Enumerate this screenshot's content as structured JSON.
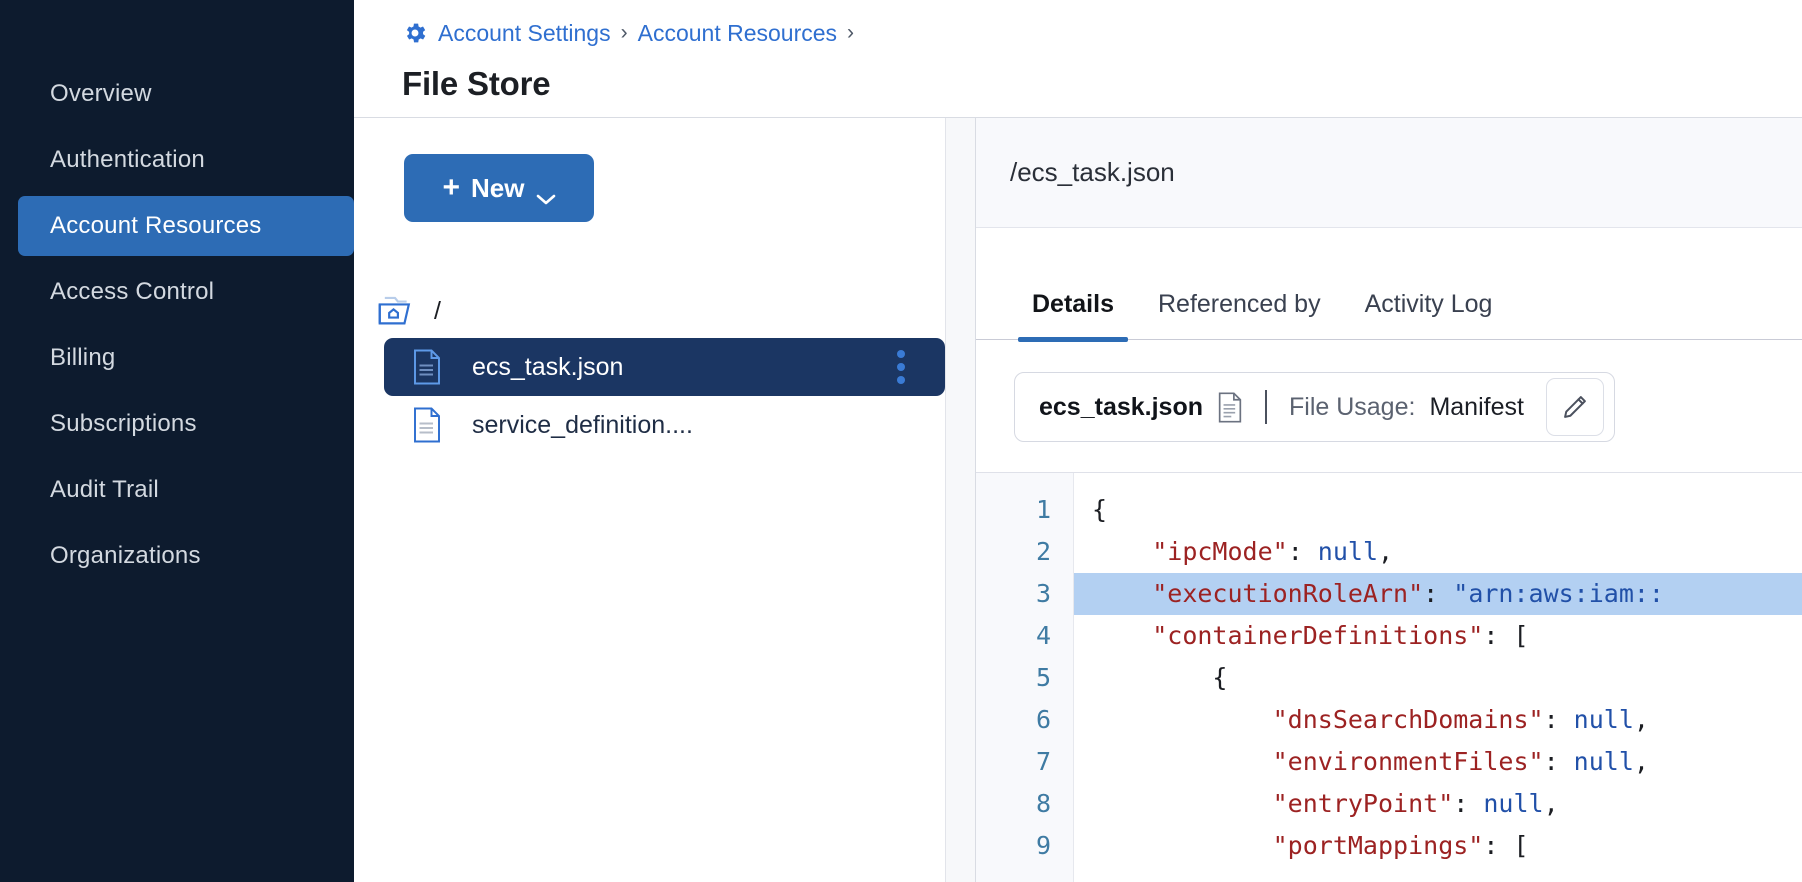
{
  "sidebar": {
    "items": [
      {
        "label": "Overview",
        "active": false
      },
      {
        "label": "Authentication",
        "active": false
      },
      {
        "label": "Account Resources",
        "active": true
      },
      {
        "label": "Access Control",
        "active": false
      },
      {
        "label": "Billing",
        "active": false
      },
      {
        "label": "Subscriptions",
        "active": false
      },
      {
        "label": "Audit Trail",
        "active": false
      },
      {
        "label": "Organizations",
        "active": false
      }
    ]
  },
  "header": {
    "breadcrumb": [
      "Account Settings",
      "Account Resources"
    ],
    "breadcrumb_separator": "›",
    "gear_icon": "gear-icon",
    "title": "File Store"
  },
  "tree_panel": {
    "new_button": {
      "label": "New",
      "plus": "+",
      "chevron": "chevron-down-icon"
    },
    "root": {
      "label": "/",
      "icon": "folder-home-icon"
    },
    "files": [
      {
        "name": "ecs_task.json",
        "icon": "file-icon",
        "selected": true,
        "menu": "kebab-menu-icon"
      },
      {
        "name": "service_definition....",
        "icon": "file-icon",
        "selected": false
      }
    ]
  },
  "detail_panel": {
    "path": "/ecs_task.json",
    "tabs": [
      {
        "label": "Details",
        "active": true
      },
      {
        "label": "Referenced by",
        "active": false
      },
      {
        "label": "Activity Log",
        "active": false
      }
    ],
    "usage_card": {
      "file_name": "ecs_task.json",
      "doc_icon": "document-icon",
      "usage_label": "File Usage:",
      "usage_value": "Manifest",
      "edit_icon": "pencil-icon"
    },
    "code": {
      "line_numbers": [
        "1",
        "2",
        "3",
        "4",
        "5",
        "6",
        "7",
        "8",
        "9"
      ],
      "highlighted_line": 3,
      "lines": [
        [
          {
            "t": "{",
            "c": "punct"
          }
        ],
        [
          {
            "t": "    ",
            "c": "punct"
          },
          {
            "t": "\"ipcMode\"",
            "c": "key"
          },
          {
            "t": ": ",
            "c": "punct"
          },
          {
            "t": "null",
            "c": "val"
          },
          {
            "t": ",",
            "c": "punct"
          }
        ],
        [
          {
            "t": "    ",
            "c": "punct"
          },
          {
            "t": "\"executionRoleArn\"",
            "c": "key"
          },
          {
            "t": ": ",
            "c": "punct"
          },
          {
            "t": "\"arn:aws:iam::",
            "c": "str"
          }
        ],
        [
          {
            "t": "    ",
            "c": "punct"
          },
          {
            "t": "\"containerDefinitions\"",
            "c": "key"
          },
          {
            "t": ": [",
            "c": "punct"
          }
        ],
        [
          {
            "t": "        {",
            "c": "punct"
          }
        ],
        [
          {
            "t": "            ",
            "c": "punct"
          },
          {
            "t": "\"dnsSearchDomains\"",
            "c": "key"
          },
          {
            "t": ": ",
            "c": "punct"
          },
          {
            "t": "null",
            "c": "val"
          },
          {
            "t": ",",
            "c": "punct"
          }
        ],
        [
          {
            "t": "            ",
            "c": "punct"
          },
          {
            "t": "\"environmentFiles\"",
            "c": "key"
          },
          {
            "t": ": ",
            "c": "punct"
          },
          {
            "t": "null",
            "c": "val"
          },
          {
            "t": ",",
            "c": "punct"
          }
        ],
        [
          {
            "t": "            ",
            "c": "punct"
          },
          {
            "t": "\"entryPoint\"",
            "c": "key"
          },
          {
            "t": ": ",
            "c": "punct"
          },
          {
            "t": "null",
            "c": "val"
          },
          {
            "t": ",",
            "c": "punct"
          }
        ],
        [
          {
            "t": "            ",
            "c": "punct"
          },
          {
            "t": "\"portMappings\"",
            "c": "key"
          },
          {
            "t": ": [",
            "c": "punct"
          }
        ]
      ]
    }
  },
  "colors": {
    "sidebar_bg": "#0d1b2e",
    "accent_blue": "#2d6cb5",
    "selected_row": "#1b3663",
    "link_blue": "#2f6fd0",
    "code_key": "#9c2222",
    "code_value": "#2150a8",
    "highlight": "#b3d0f2"
  }
}
